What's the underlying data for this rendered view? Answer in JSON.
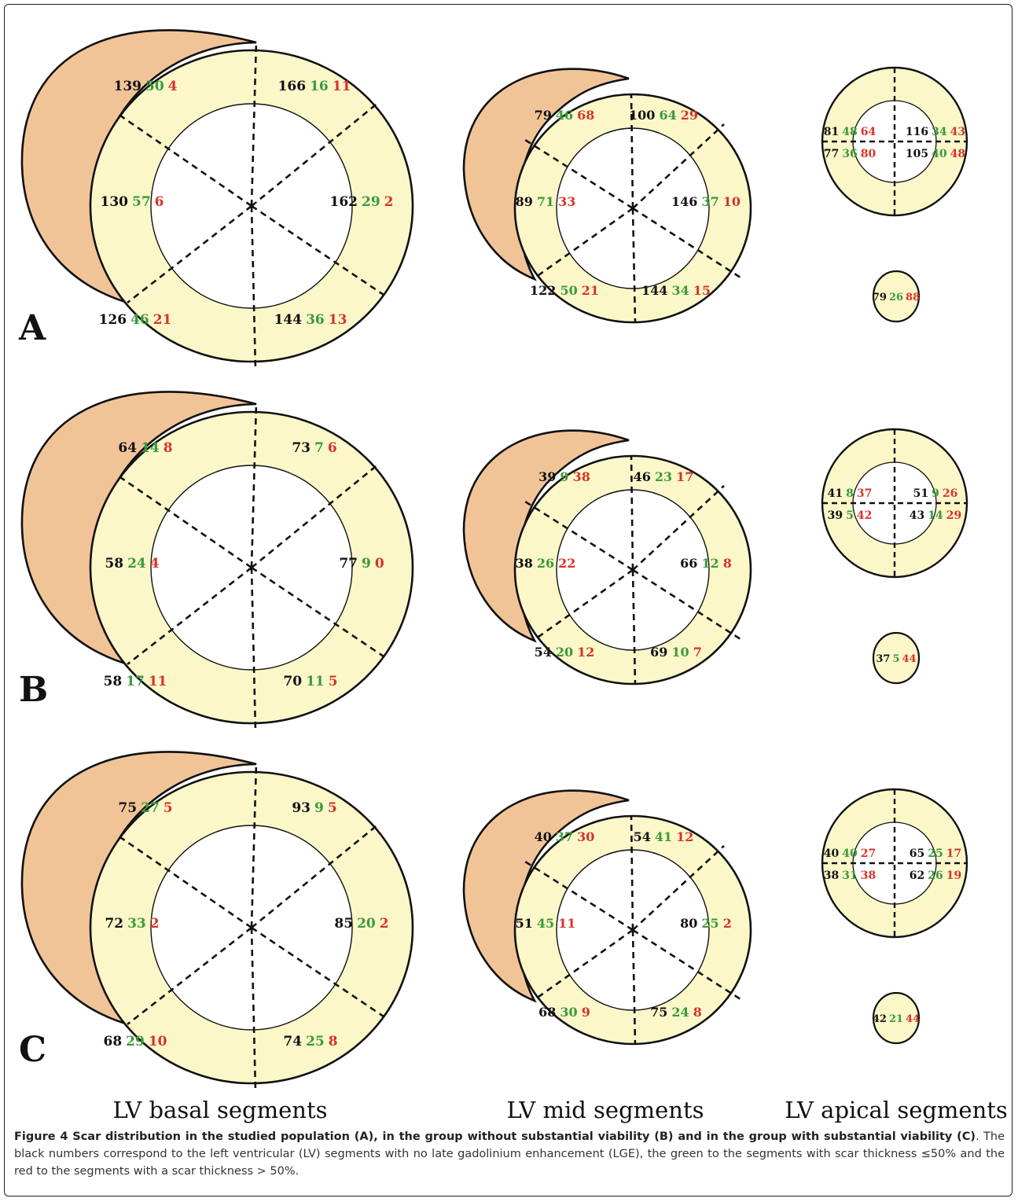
{
  "colors": {
    "ring_fill": "#fbf7c9",
    "rv_fill": "#f1c498",
    "black_num": "#111111",
    "green_num": "#3a9a3a",
    "red_num": "#d93328"
  },
  "column_labels": {
    "basal": "LV basal segments",
    "mid": "LV mid segments",
    "apical": "LV apical segments"
  },
  "panels": [
    {
      "letter": "A",
      "basal": [
        [
          "139",
          "50",
          "4"
        ],
        [
          "166",
          "16",
          "11"
        ],
        [
          "162",
          "29",
          "2"
        ],
        [
          "144",
          "36",
          "13"
        ],
        [
          "126",
          "46",
          "21"
        ],
        [
          "130",
          "57",
          "6"
        ]
      ],
      "mid": [
        [
          "79",
          "46",
          "68"
        ],
        [
          "100",
          "64",
          "29"
        ],
        [
          "146",
          "37",
          "10"
        ],
        [
          "144",
          "34",
          "15"
        ],
        [
          "122",
          "50",
          "21"
        ],
        [
          "89",
          "71",
          "33"
        ]
      ],
      "apical": [
        [
          "81",
          "48",
          "64"
        ],
        [
          "116",
          "34",
          "43"
        ],
        [
          "77",
          "36",
          "80"
        ],
        [
          "105",
          "40",
          "48"
        ]
      ],
      "apex": [
        "79",
        "26",
        "88"
      ]
    },
    {
      "letter": "B",
      "basal": [
        [
          "64",
          "14",
          "8"
        ],
        [
          "73",
          "7",
          "6"
        ],
        [
          "77",
          "9",
          "0"
        ],
        [
          "70",
          "11",
          "5"
        ],
        [
          "58",
          "17",
          "11"
        ],
        [
          "58",
          "24",
          "4"
        ]
      ],
      "mid": [
        [
          "39",
          "9",
          "38"
        ],
        [
          "46",
          "23",
          "17"
        ],
        [
          "66",
          "12",
          "8"
        ],
        [
          "69",
          "10",
          "7"
        ],
        [
          "54",
          "20",
          "12"
        ],
        [
          "38",
          "26",
          "22"
        ]
      ],
      "apical": [
        [
          "41",
          "8",
          "37"
        ],
        [
          "51",
          "9",
          "26"
        ],
        [
          "39",
          "5",
          "42"
        ],
        [
          "43",
          "14",
          "29"
        ]
      ],
      "apex": [
        "37",
        "5",
        "44"
      ]
    },
    {
      "letter": "C",
      "basal": [
        [
          "75",
          "27",
          "5"
        ],
        [
          "93",
          "9",
          "5"
        ],
        [
          "85",
          "20",
          "2"
        ],
        [
          "74",
          "25",
          "8"
        ],
        [
          "68",
          "29",
          "10"
        ],
        [
          "72",
          "33",
          "2"
        ]
      ],
      "mid": [
        [
          "40",
          "37",
          "30"
        ],
        [
          "54",
          "41",
          "12"
        ],
        [
          "80",
          "25",
          "2"
        ],
        [
          "75",
          "24",
          "8"
        ],
        [
          "68",
          "30",
          "9"
        ],
        [
          "51",
          "45",
          "11"
        ]
      ],
      "apical": [
        [
          "40",
          "40",
          "27"
        ],
        [
          "65",
          "25",
          "17"
        ],
        [
          "38",
          "31",
          "38"
        ],
        [
          "62",
          "26",
          "19"
        ]
      ],
      "apex": [
        "42",
        "21",
        "44"
      ]
    }
  ],
  "caption": {
    "bold": "Figure 4 Scar distribution in the studied population (A), in the group without substantial viability (B) and in the group with substantial viability (C)",
    "text": ". The black numbers correspond to the left ventricular (LV) segments with no late gadolinium enhancement (LGE), the green to the segments with scar thickness ≤50% and the red to the segments with a scar thickness > 50%."
  }
}
